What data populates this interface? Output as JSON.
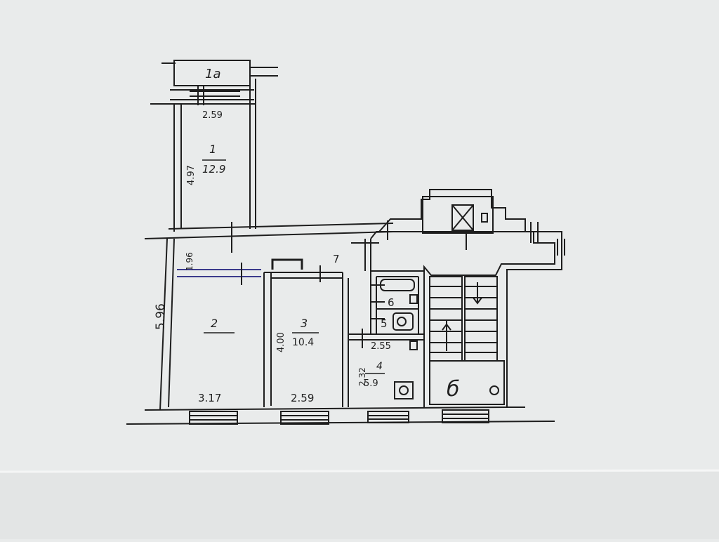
{
  "plan": {
    "balcony": {
      "label": "1а"
    },
    "room1": {
      "number": "1",
      "area": "12.9",
      "width": "2.59",
      "length": "4.97"
    },
    "room2": {
      "number": "2",
      "width": "3.17",
      "length": "5.96",
      "partition": "1.96"
    },
    "room3": {
      "number": "3",
      "area": "10.4",
      "width": "2.59",
      "length": "4.00"
    },
    "corridor": {
      "number": "7"
    },
    "bath": {
      "number": "6"
    },
    "wc": {
      "number": "5"
    },
    "kitchen": {
      "number": "4",
      "area": "5.9",
      "length": "2.32",
      "width": "2.55"
    },
    "stair": {
      "label": "б"
    }
  },
  "colors": {
    "paper": "#e9ebeb",
    "ink": "#1e1e1e",
    "pen": "#3b3a8c"
  }
}
